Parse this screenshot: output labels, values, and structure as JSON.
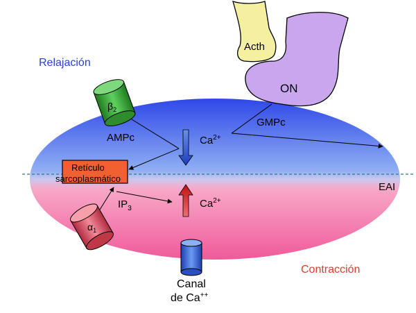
{
  "labels": {
    "relajacion": "Relajación",
    "contraccion": "Contracción",
    "eai": "EAI",
    "acth": "Acth",
    "on": "ON",
    "gmpc": "GMPc",
    "ampc": "AMPc",
    "ca_top": "Ca",
    "ca_top_sup": "2+",
    "ca_bottom": "Ca",
    "ca_bottom_sup": "2+",
    "ip3": "IP",
    "ip3_sub": "3",
    "beta": "β",
    "beta_sub": "2",
    "alpha": "α",
    "alpha_sub": "1",
    "reticulo_line1": "Retículo",
    "reticulo_line2": "sarcoplasmático",
    "canal_line1": "Canal",
    "canal_line2": "de Ca",
    "canal_sup": "++"
  },
  "colors": {
    "relajacion_text": "#2a3fd0",
    "contraccion_text": "#e03a2a",
    "cell_top": "#3a55ee",
    "cell_bottom": "#f06aa0",
    "acth_fill": "#f4f0a0",
    "on_fill": "#c9a6ee",
    "beta_fill": "#3aa63a",
    "alpha_fill": "#e85a6a",
    "reticulo_fill": "#f06030",
    "canal_fill": "#3a6ee0",
    "arrow_down": "#2a5ad0",
    "arrow_up": "#e02020"
  }
}
